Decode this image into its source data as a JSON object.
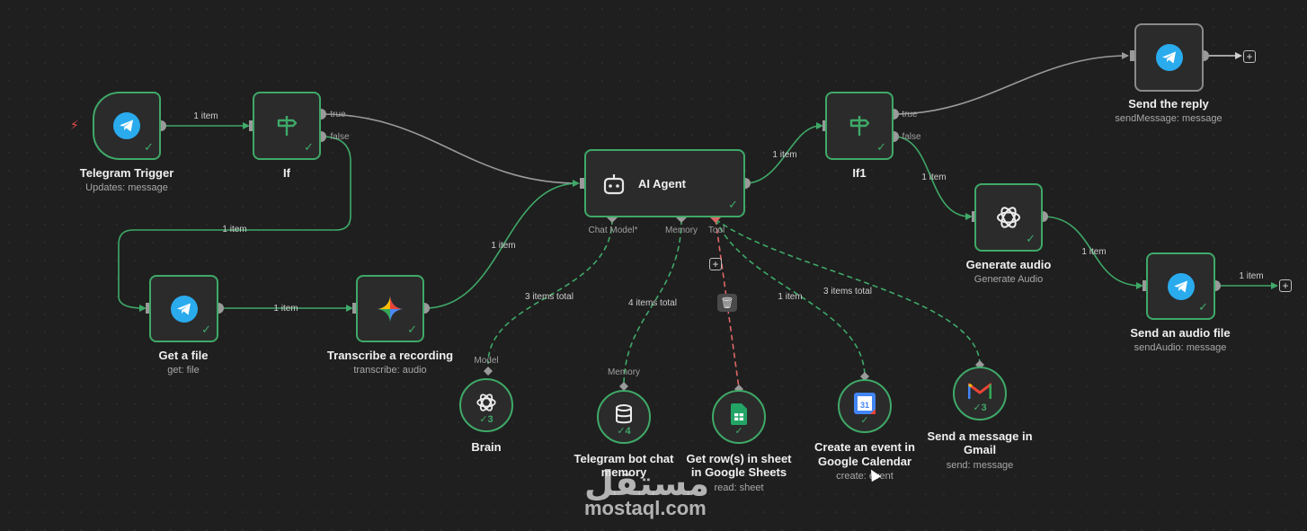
{
  "nodes": {
    "telegram_trigger": {
      "title": "Telegram Trigger",
      "subtitle": "Updates: message"
    },
    "if": {
      "title": "If",
      "out_true": "true",
      "out_false": "false"
    },
    "get_file": {
      "title": "Get a file",
      "subtitle": "get: file"
    },
    "transcribe": {
      "title": "Transcribe a recording",
      "subtitle": "transcribe: audio"
    },
    "ai_agent": {
      "title": "AI Agent",
      "port_chat_model": "Chat Model*",
      "port_memory": "Memory",
      "port_tool": "Tool"
    },
    "if1": {
      "title": "If1",
      "out_true": "true",
      "out_false": "false"
    },
    "send_reply": {
      "title": "Send the reply",
      "subtitle": "sendMessage: message"
    },
    "generate_audio": {
      "title": "Generate audio",
      "subtitle": "Generate Audio"
    },
    "send_audio": {
      "title": "Send an audio file",
      "subtitle": "sendAudio: message"
    },
    "brain": {
      "title": "Brain",
      "port": "Model",
      "count": "3"
    },
    "memory": {
      "title_line1": "Telegram bot chat",
      "title_line2": "memory",
      "port": "Memory",
      "count": "4"
    },
    "sheets": {
      "title_line1": "Get row(s) in sheet",
      "title_line2": "in Google Sheets",
      "subtitle": "read: sheet"
    },
    "calendar": {
      "title_line1": "Create an event in",
      "title_line2": "Google Calendar",
      "subtitle": "create: event"
    },
    "gmail": {
      "title_line1": "Send a message in",
      "title_line2": "Gmail",
      "subtitle": "send: message",
      "count": "3"
    }
  },
  "wire_labels": {
    "trigger_if": "1 item",
    "if_false_getfile": "1 item",
    "getfile_transcribe": "1 item",
    "transcribe_agent": "1 item",
    "agent_if1": "1 item",
    "if1_false_audio": "1 item",
    "audio_send": "1 item",
    "send_out": "1 item",
    "brain": "3 items total",
    "memory": "4 items total",
    "calendar": "1 item",
    "gmail": "3 items total"
  },
  "icons": {
    "telegram": "telegram-icon",
    "if": "signpost-icon",
    "gemini": "gemini-star-icon",
    "agent": "robot-icon",
    "openai": "openai-icon",
    "database": "database-icon",
    "sheets": "google-sheets-icon",
    "calendar": "google-calendar-icon",
    "gmail": "gmail-icon"
  },
  "colors": {
    "success": "#3fa968",
    "wire": "#9a9a9a",
    "error_wire": "#e06666",
    "telegram": "#2aabee"
  },
  "watermark": {
    "arabic": "مستقل",
    "latin": "mostaql.com"
  }
}
